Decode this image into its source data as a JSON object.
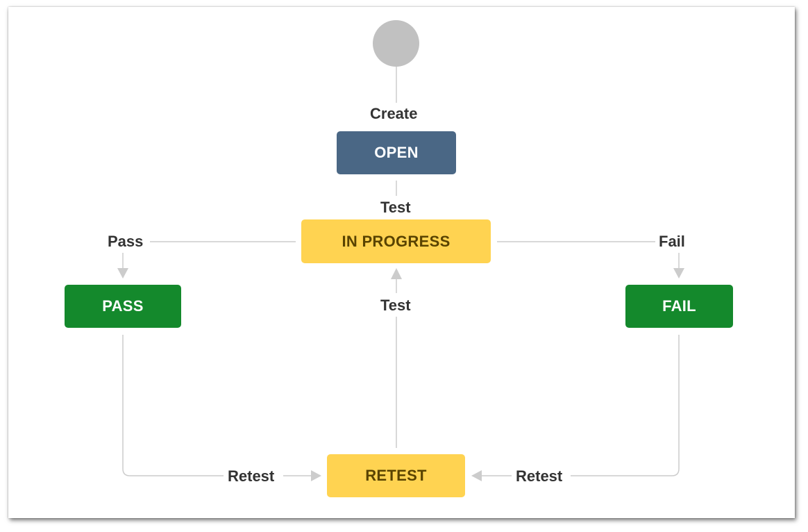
{
  "statuses": {
    "open": "OPEN",
    "in_progress": "IN PROGRESS",
    "pass": "PASS",
    "fail": "FAIL",
    "retest": "RETEST"
  },
  "transitions": {
    "create": "Create",
    "test_to_in_progress": "Test",
    "pass": "Pass",
    "fail": "Fail",
    "retest_test": "Test",
    "retest_from_pass": "Retest",
    "retest_from_fail": "Retest"
  },
  "colors": {
    "open": "#4a6785",
    "in_progress": "#ffd351",
    "pass": "#14892c",
    "fail": "#14892c",
    "retest": "#ffd351",
    "start": "#c1c1c1",
    "connector": "#cccccc"
  }
}
